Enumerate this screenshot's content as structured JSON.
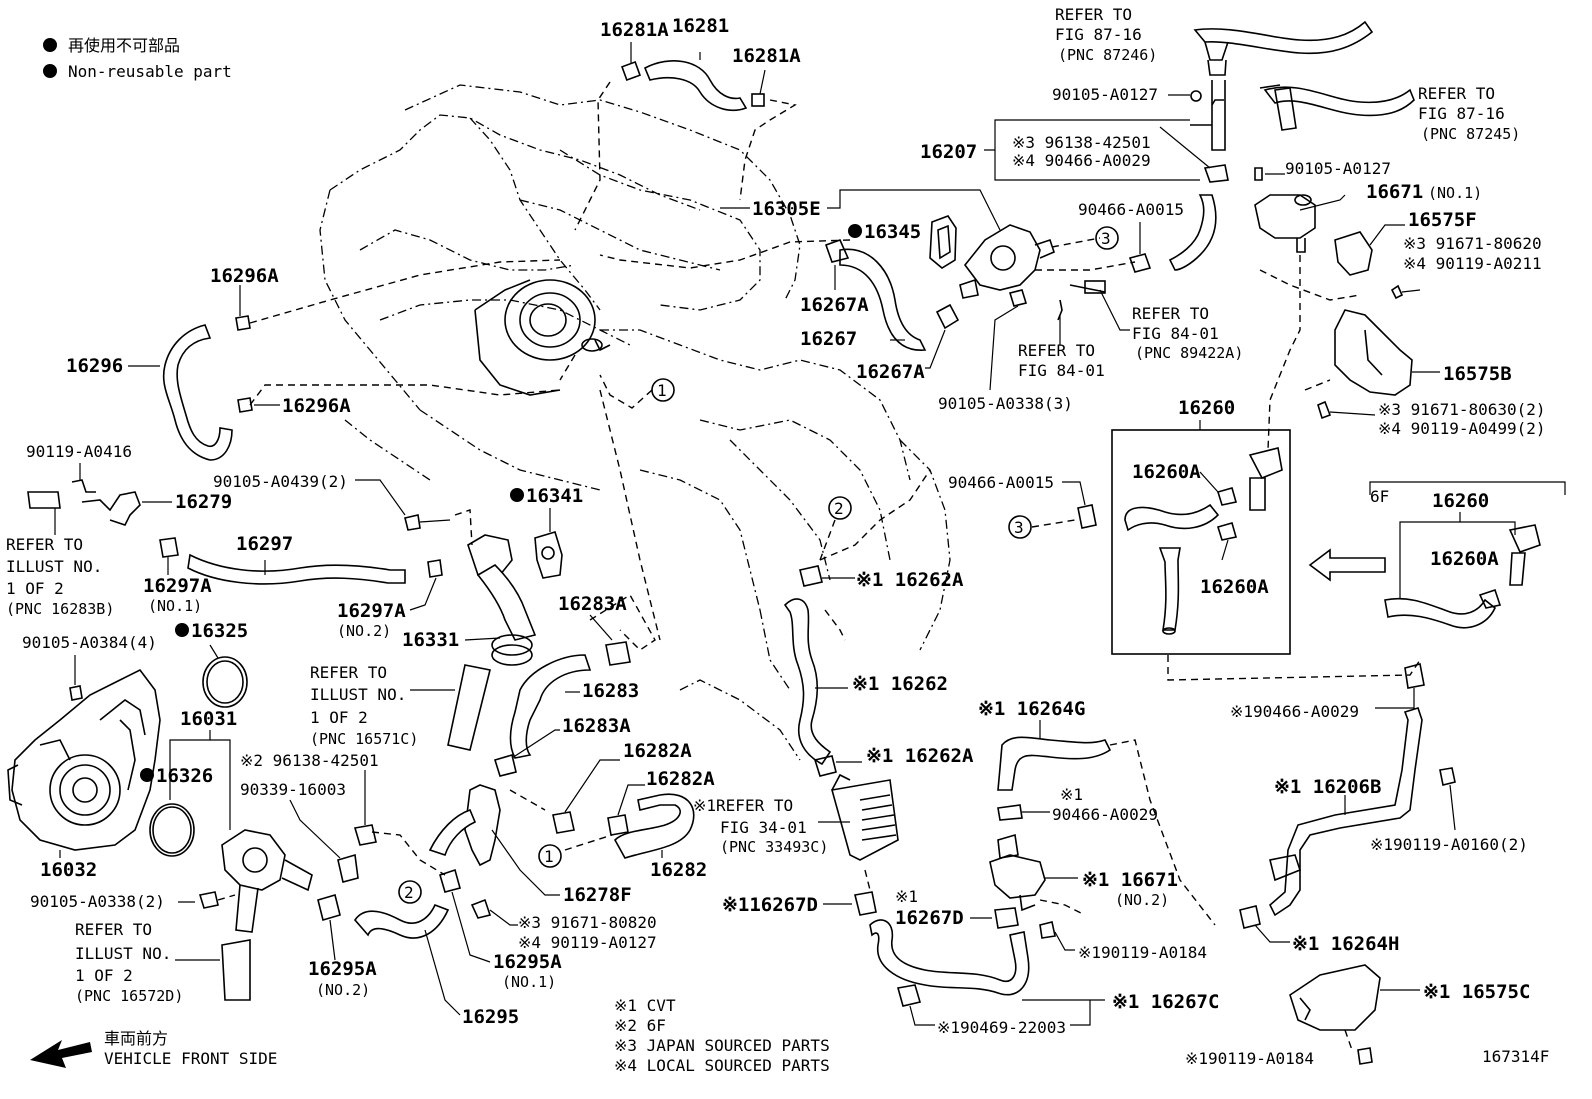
{
  "legend": {
    "jp": "再使用不可部品",
    "en": "Non-reusable part"
  },
  "footnotes": [
    "※1 CVT",
    "※2 6F",
    "※3  JAPAN SOURCED PARTS",
    "※4  LOCAL SOURCED PARTS"
  ],
  "front": {
    "jp": "車両前方",
    "en": "VEHICLE FRONT SIDE"
  },
  "figure_id": "167314F",
  "labels": {
    "p16281A_top": "16281A",
    "p16281": "16281",
    "p16281A_right": "16281A",
    "p16305E": "16305E",
    "p16345": "16345",
    "p16267A_a": "16267A",
    "p16267": "16267",
    "p16267A_b": "16267A",
    "p16296A_a": "16296A",
    "p16296": "16296",
    "p16296A_b": "16296A",
    "p90119A0416": "90119-A0416",
    "p16279": "16279",
    "refer_1of2_a1": "REFER TO",
    "refer_1of2_a2": "ILLUST NO.",
    "refer_1of2_a3": "1 OF 2",
    "refer_1of2_a4": "(PNC 16283B)",
    "p16297A_1": "16297A",
    "p16297A_1n": "(NO.1)",
    "p16297": "16297",
    "p90105A0439": "90105-A0439(2)",
    "p16341": "16341",
    "p16297A_2": "16297A",
    "p16297A_2n": "(NO.2)",
    "p16331": "16331",
    "p90105A0384": "90105-A0384(4)",
    "p16325": "16325",
    "p16031": "16031",
    "p16326": "16326",
    "p16032": "16032",
    "p90105A0338_2": "90105-A0338(2)",
    "refer_c1": "REFER TO",
    "refer_c2": "ILLUST NO.",
    "refer_c3": "1 OF 2",
    "refer_c4": "(PNC 16571C)",
    "p96138_42501_2": "※2 96138-42501",
    "p90339_16003": "90339-16003",
    "refer_d1": "REFER TO",
    "refer_d2": "ILLUST NO.",
    "refer_d3": "1 OF 2",
    "refer_d4": "(PNC 16572D)",
    "p16295A_2": "16295A",
    "p16295A_2n": "(NO.2)",
    "p16283A_a": "16283A",
    "p16283": "16283",
    "p16283A_b": "16283A",
    "p16282A_a": "16282A",
    "p16282A_b": "16282A",
    "p16282": "16282",
    "p16278F": "16278F",
    "p91671_80820": "※3 91671-80820",
    "p90119_A0127": "※4 90119-A0127",
    "p16295A_1": "16295A",
    "p16295A_1n": "(NO.1)",
    "p16295": "16295",
    "p16262A_a": "※1 16262A",
    "p16262": "※1 16262",
    "p16262A_b": "※1 16262A",
    "refer_34_1": "※1REFER TO",
    "refer_34_2": "FIG 34-01",
    "refer_34_3": "(PNC 33493C)",
    "p16267D_a": "※116267D",
    "p16267D_b1": "※1",
    "p16267D_b2": "16267D",
    "p16264G": "※1 16264G",
    "p90466_A0029_a1": "※1",
    "p90466_A0029_a2": "90466-A0029",
    "p16671_2": "※1 16671",
    "p16671_2n": "(NO.2)",
    "p90119_A0184_a": "※190119-A0184",
    "p16267C": "※1 16267C",
    "p90469_22003": "※190469-22003",
    "refer_87_16a1": "REFER TO",
    "refer_87_16a2": "FIG 87-16",
    "refer_87_16a3": "(PNC 87246)",
    "p90105_A0127_a": "90105-A0127",
    "p16207": "16207",
    "p96138_42501_3": "※3 96138-42501",
    "p90466_A0029_4": "※4 90466-A0029",
    "refer_87_16b1": "REFER TO",
    "refer_87_16b2": "FIG 87-16",
    "refer_87_16b3": "(PNC 87245)",
    "p90105_A0127_b": "90105-A0127",
    "p16671_1": "16671",
    "p16671_1n": "(NO.1)",
    "p90466_A0015_a": "90466-A0015",
    "p16575F": "16575F",
    "p91671_80620": "※3 91671-80620",
    "p90119_A0211": "※4 90119-A0211",
    "refer_84_a1": "REFER TO",
    "refer_84_a2": "FIG 84-01",
    "refer_84_a3": "(PNC 89422A)",
    "refer_84_b1": "REFER TO",
    "refer_84_b2": "FIG 84-01",
    "p90105_A0338_3": "90105-A0338(3)",
    "p16575B": "16575B",
    "p91671_80630": "※3 91671-80630(2)",
    "p90119_A0499": "※4 90119-A0499(2)",
    "p16260_a": "16260",
    "p16260A_a": "16260A",
    "p16260A_b": "16260A",
    "p90466_A0015_b": "90466-A0015",
    "p6F": "6F",
    "p16260_b": "16260",
    "p16260A_c": "16260A",
    "p90466_A0029_c": "※190466-A0029",
    "p16206B": "※1 16206B",
    "p90119_A0160": "※190119-A0160(2)",
    "p16264H": "※1 16264H",
    "p16575C": "※1 16575C",
    "p90119_A0184_b": "※190119-A0184",
    "c1": "1",
    "c2": "2",
    "c3": "3"
  }
}
